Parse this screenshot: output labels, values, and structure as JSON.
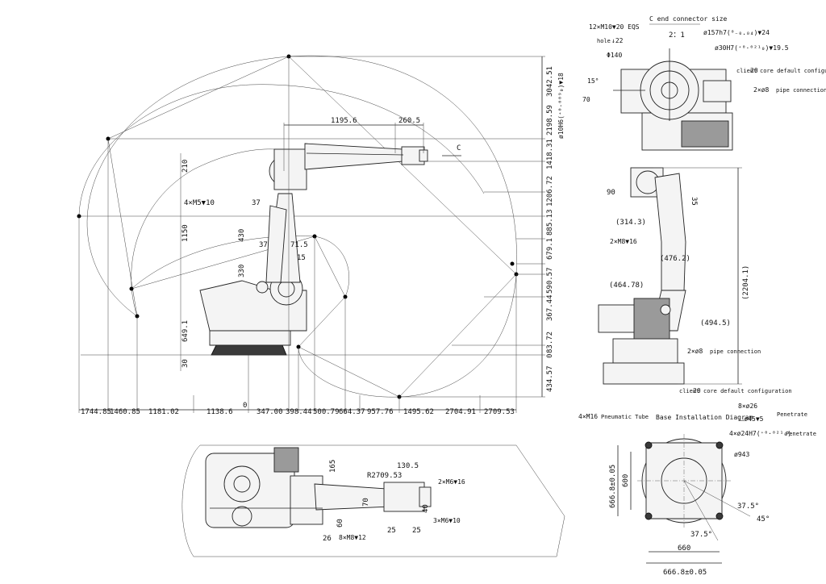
{
  "side_view": {
    "vertical_dims": [
      "3042.51",
      "2198.59",
      "1418.31",
      "1206.72",
      "885.13",
      "679.1",
      "590.57",
      "367.44",
      "83.72",
      "0",
      "434.57"
    ],
    "horizontal_dims": [
      "1744.85",
      "1460.85",
      "1181.02",
      "1138.6",
      "0",
      "347.00",
      "398.44",
      "500.79",
      "664.37",
      "957.76",
      "1495.62",
      "2704.91",
      "2709.53"
    ],
    "arm_top": [
      "1195.6",
      "260.5"
    ],
    "view_c": "C",
    "labels": {
      "d210": "210",
      "m5": "4×M5▼10",
      "d37a": "37",
      "d430": "430",
      "d37b": "37",
      "d71_5": "71.5",
      "d15": "15",
      "d1150": "1150",
      "d330": "330",
      "d649_1": "649.1",
      "d30": "30"
    }
  },
  "end_view": {
    "title": "C end connector size",
    "ratio": "2：1",
    "m10": "12×M10▼20 EQS",
    "hole_label": "hole",
    "hole_val": "↓22",
    "phi140": "Φ140",
    "phi157": "ø157h7(⁰₋₀.₀₄)▼24",
    "phi30": "ø30H7(⁺⁰·⁰²¹₀)▼19.5",
    "client_pre": "client",
    "client_num": "20",
    "client_post": "core default configuration",
    "pipe": "2×ø8",
    "pipe_suffix": "pipe connection",
    "angle": "15°",
    "d70": "70",
    "phi10": "ø10H6(⁺⁰·⁰⁰⁹₀)▼18"
  },
  "rear_view": {
    "d90": "90",
    "d35": "35",
    "d314": "(314.3)",
    "m8": "2×M8▼16",
    "d476": "(476.2)",
    "d464": "(464.78)",
    "d2204": "(2204.1)",
    "d494": "(494.5)",
    "pipe_a": "2×ø8",
    "pipe_b": "pipe connection",
    "client_pre": "client",
    "client_num": "20",
    "client_post": "core default configuration"
  },
  "base_view": {
    "title": "Base Installation Diagram",
    "m16": "4×M16",
    "m16_suffix": "Pneumatic Tube",
    "d8x26": "8×ø26",
    "d45": "⌴ø45▼5",
    "penetrate1": "Penetrate",
    "d24": "4×ø24H7(⁺⁰·⁰²¹₀)",
    "penetrate2": "Penetrate",
    "phi943": "ø943",
    "d666v": "666.8±0.05",
    "d600": "600",
    "a37_5a": "37.5°",
    "a45": "45°",
    "a37_5b": "37.5°",
    "d660": "660",
    "d666h": "666.8±0.05"
  },
  "top_view": {
    "r2709": "R2709.53",
    "d130": "130.5",
    "d165": "165",
    "m6a": "2×M6▼16",
    "d60": "60",
    "d70": "70",
    "d40": "40",
    "d25a": "25",
    "d25b": "25",
    "m6b": "3×M6▼10",
    "d26": "26",
    "m8": "8×M8▼12"
  }
}
